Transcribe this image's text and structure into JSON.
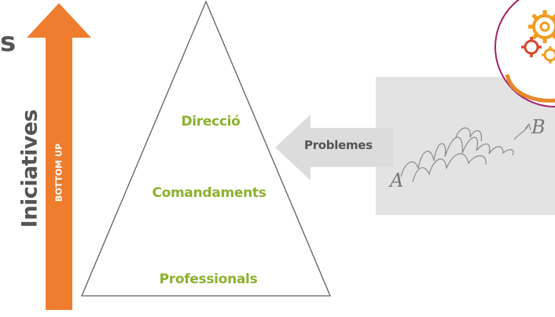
{
  "left_partial_text": "s",
  "arrow": {
    "title": "Iniciatives",
    "subtitle": "BOTTOM UP",
    "color": "#ef7d2e"
  },
  "pyramid": {
    "levels": [
      "Direcció",
      "Comandaments",
      "Professionals"
    ],
    "label_color": "#8cb12e"
  },
  "problem_arrow": {
    "label": "Problemes",
    "scribble_start": "A",
    "scribble_end": "B"
  },
  "logo": {
    "icon": "gears-icon",
    "colors": [
      "#f29c1f",
      "#c0392b",
      "#a3216e"
    ]
  }
}
